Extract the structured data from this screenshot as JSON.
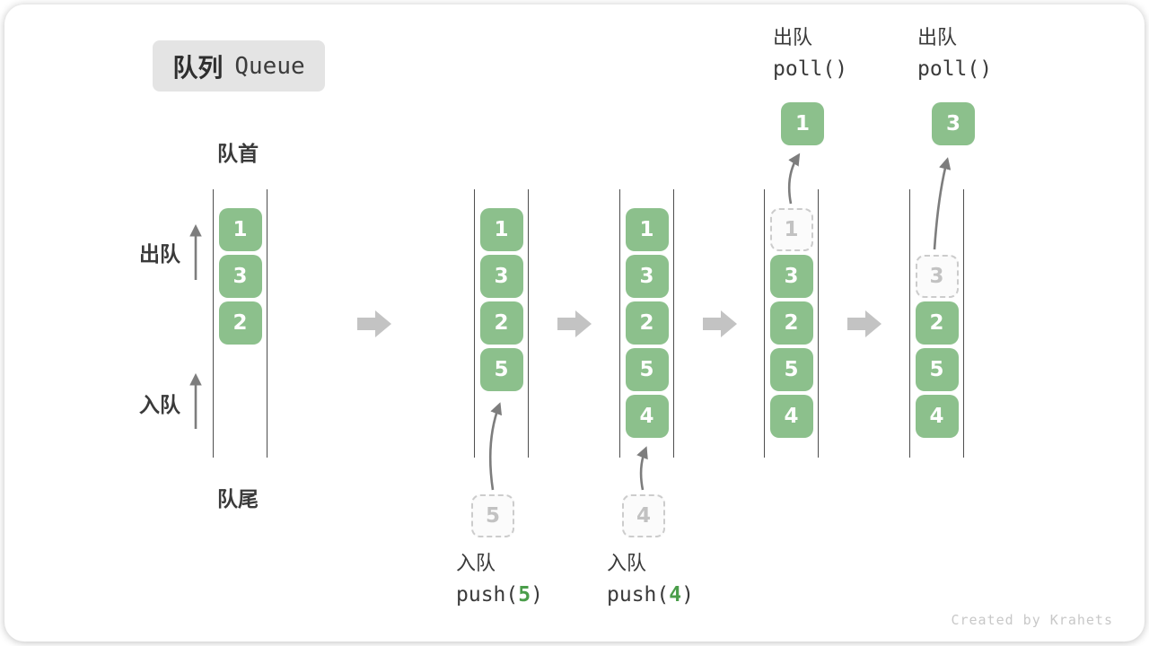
{
  "title": {
    "zh": "队列",
    "en": "Queue"
  },
  "labels": {
    "front": "队首",
    "rear": "队尾",
    "dequeue": "出队",
    "enqueue": "入队"
  },
  "watermark": "Created by Krahets",
  "colors": {
    "block_green": "#8cc08c",
    "digit_green": "#4a9d4a",
    "big_arrow_gray": "#c3c3c3",
    "thin_arrow_gray": "#7d7d7d"
  },
  "stages": [
    {
      "name": "stage-1",
      "slots": [
        {
          "value": "1",
          "style": "solid"
        },
        {
          "value": "3",
          "style": "solid"
        },
        {
          "value": "2",
          "style": "solid"
        }
      ]
    },
    {
      "name": "stage-2",
      "slots": [
        {
          "value": "1",
          "style": "solid"
        },
        {
          "value": "3",
          "style": "solid"
        },
        {
          "value": "2",
          "style": "solid"
        },
        {
          "value": "5",
          "style": "solid"
        }
      ],
      "incoming": "5",
      "op": {
        "label": "入队",
        "prefix": "push(",
        "arg": "5",
        "suffix": ")"
      }
    },
    {
      "name": "stage-3",
      "slots": [
        {
          "value": "1",
          "style": "solid"
        },
        {
          "value": "3",
          "style": "solid"
        },
        {
          "value": "2",
          "style": "solid"
        },
        {
          "value": "5",
          "style": "solid"
        },
        {
          "value": "4",
          "style": "solid"
        }
      ],
      "incoming": "4",
      "op": {
        "label": "入队",
        "prefix": "push(",
        "arg": "4",
        "suffix": ")"
      }
    },
    {
      "name": "stage-4",
      "slots": [
        {
          "value": "1",
          "style": "dashed"
        },
        {
          "value": "3",
          "style": "solid"
        },
        {
          "value": "2",
          "style": "solid"
        },
        {
          "value": "5",
          "style": "solid"
        },
        {
          "value": "4",
          "style": "solid"
        }
      ],
      "popped": "1",
      "op": {
        "label": "出队",
        "code": "poll()"
      }
    },
    {
      "name": "stage-5",
      "slots": [
        {
          "style": "empty"
        },
        {
          "value": "3",
          "style": "dashed"
        },
        {
          "value": "2",
          "style": "solid"
        },
        {
          "value": "5",
          "style": "solid"
        },
        {
          "value": "4",
          "style": "solid"
        }
      ],
      "popped": "3",
      "op": {
        "label": "出队",
        "code": "poll()"
      }
    }
  ]
}
